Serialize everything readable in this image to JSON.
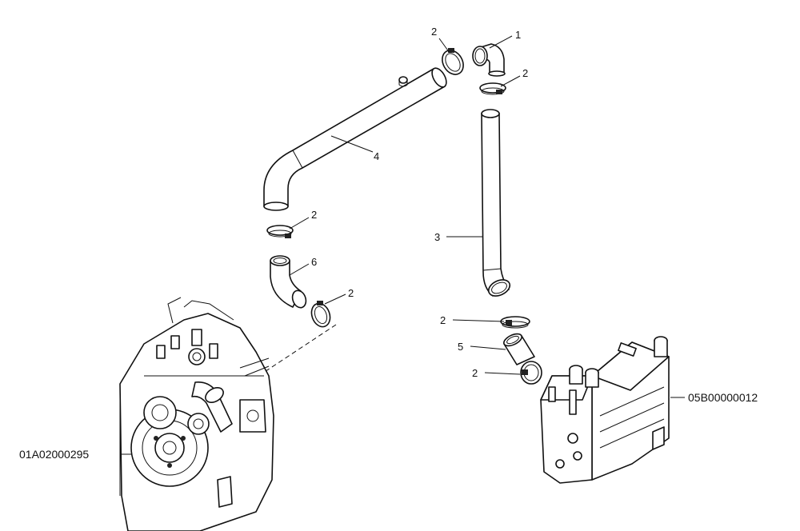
{
  "diagram": {
    "callouts": {
      "c1": "1",
      "c2a": "2",
      "c2b": "2",
      "c2c": "2",
      "c2d": "2",
      "c2e": "2",
      "c2f": "2",
      "c3": "3",
      "c4": "4",
      "c5": "5",
      "c6": "6"
    },
    "references": {
      "engine": "01A02000295",
      "radiator": "05B00000012"
    }
  }
}
